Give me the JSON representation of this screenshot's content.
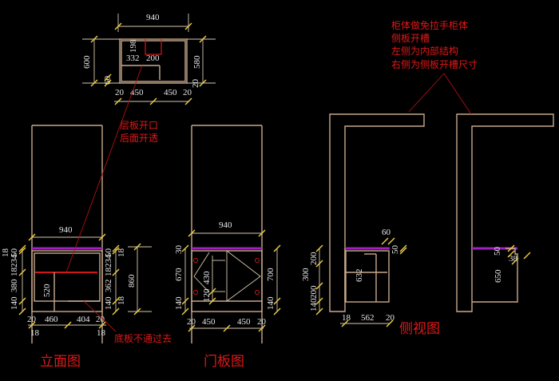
{
  "notes": {
    "top_right": [
      "柜体做免拉手柜体",
      "侧板开槽",
      "左侧为内部结构",
      "右侧为侧板开槽尺寸"
    ],
    "shelf_opening": [
      "层板开口",
      "后面开透"
    ],
    "bottom_panel": "底板不通过去"
  },
  "view_titles": {
    "elevation": "立面图",
    "door": "门板图",
    "side": "侧视图"
  },
  "dims": {
    "plan": [
      "940",
      "600",
      "580",
      "198",
      "332",
      "200",
      "60",
      "20",
      "450",
      "450",
      "20",
      "20"
    ],
    "elevation": [
      "940",
      "18",
      "50",
      "18234",
      "380",
      "140",
      "50",
      "18",
      "18234",
      "362",
      "18",
      "140",
      "860",
      "520",
      "20",
      "460",
      "404",
      "20",
      "18",
      "18"
    ],
    "door": [
      "940",
      "30",
      "670",
      "140",
      "430",
      "120",
      "700",
      "140",
      "20",
      "450",
      "450",
      "20"
    ],
    "side": [
      "60",
      "50",
      "200",
      "300",
      "632",
      "200",
      "140",
      "18",
      "562",
      "20",
      "50",
      "38",
      "650"
    ]
  },
  "colors": {
    "background": "#000000",
    "outline": "#c8a88c",
    "annotation": "#e01818",
    "top_edge": "#a020c0",
    "tick": "#f0d040"
  }
}
